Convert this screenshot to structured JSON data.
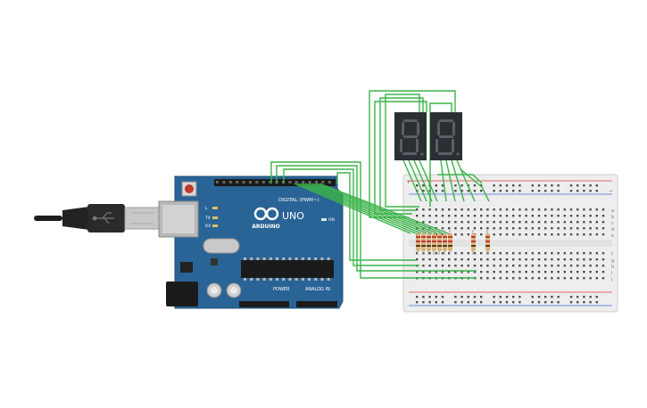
{
  "arduino": {
    "brand": "ARDUINO",
    "model": "UNO",
    "digital_label": "DIGITAL (PWM~)",
    "power_label": "POWER",
    "analog_label": "ANALOG IN",
    "on_label": "ON",
    "led_l": "L",
    "led_tx": "TX",
    "led_rx": "RX",
    "board_color": "#2a6496",
    "brand_color": "#ffffff"
  },
  "breadboard": {
    "row_letters_top": [
      "a",
      "b",
      "c",
      "d",
      "e"
    ],
    "row_letters_bottom": [
      "f",
      "g",
      "h",
      "i",
      "j"
    ],
    "plus": "+",
    "minus": "−"
  },
  "displays": {
    "count": 2,
    "segment_color": "#5a5f66",
    "body_color": "#2b2f33"
  },
  "wiring": {
    "wire_color": "#3bb34a",
    "resistor_count": 9
  },
  "usb_cable": {
    "icon": "usb-icon"
  }
}
